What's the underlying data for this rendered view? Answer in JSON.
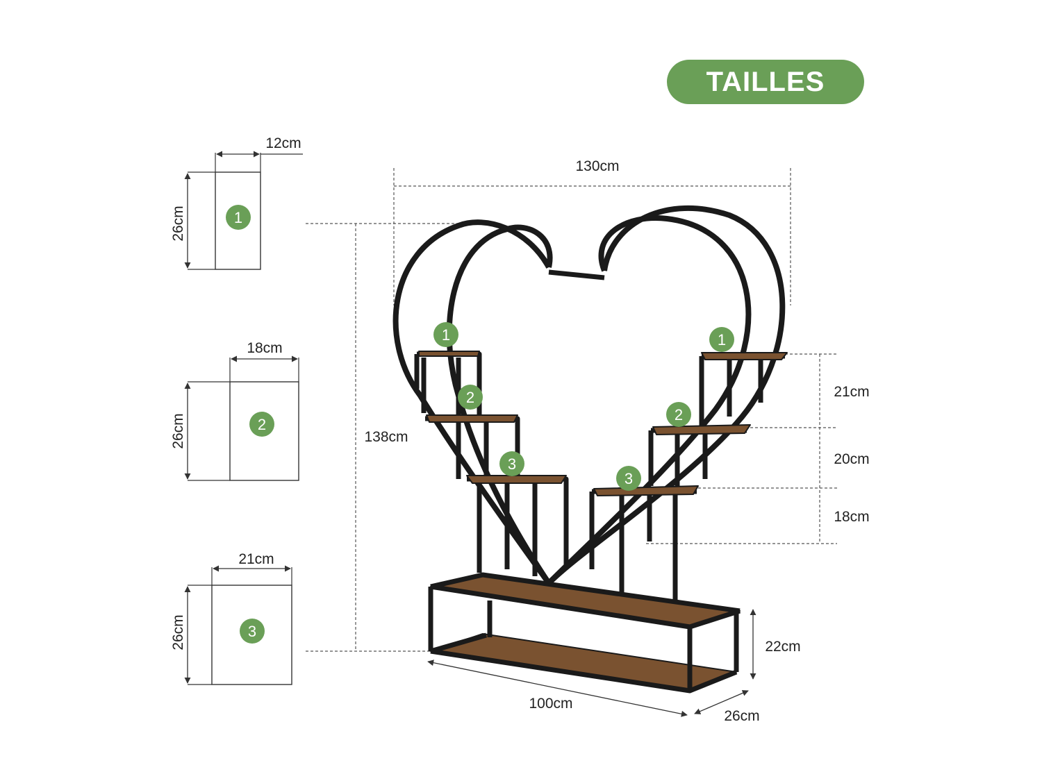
{
  "title": "TAILLES",
  "colors": {
    "accent_green": "#6a9f57",
    "frame_black": "#1a1a1a",
    "wood": "#7a5230",
    "dimension_line": "#444444"
  },
  "small_boxes": [
    {
      "number": "1",
      "width_label": "12cm",
      "height_label": "26cm"
    },
    {
      "number": "2",
      "width_label": "18cm",
      "height_label": "26cm"
    },
    {
      "number": "3",
      "width_label": "21cm",
      "height_label": "26cm"
    }
  ],
  "main": {
    "width_label": "130cm",
    "height_label": "138cm",
    "tier_labels": [
      "21cm",
      "20cm",
      "18cm"
    ],
    "base_height_label": "22cm",
    "base_length_label": "100cm",
    "base_depth_label": "26cm",
    "shelf_badges": [
      "1",
      "2",
      "3",
      "1",
      "2",
      "3"
    ]
  }
}
